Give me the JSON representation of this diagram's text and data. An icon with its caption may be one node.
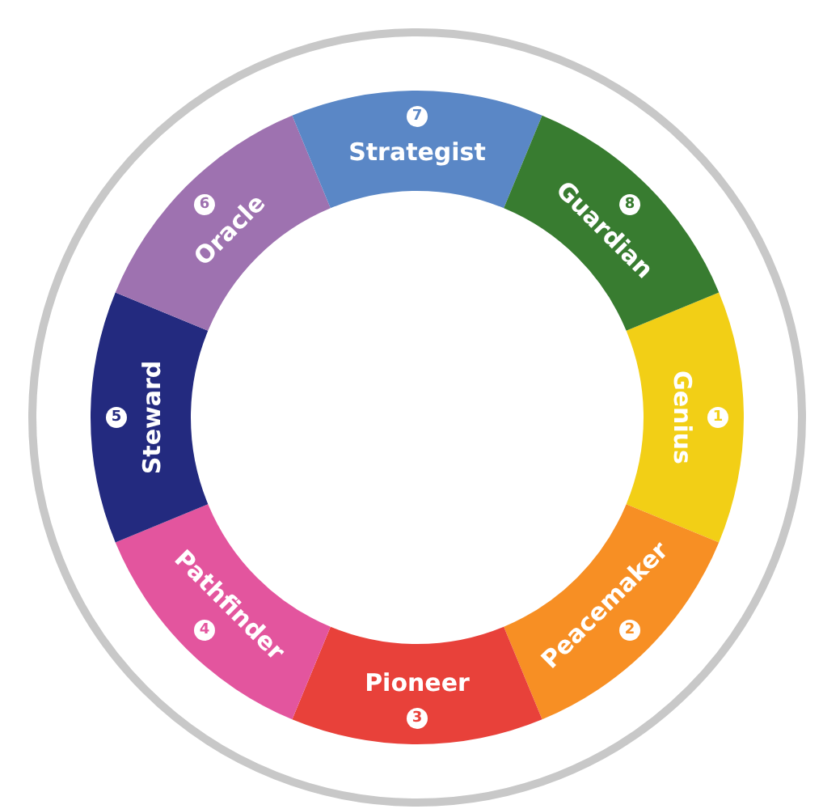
{
  "diagram": {
    "nodes": [
      {
        "text": [
          "1",
          "Genius"
        ]
      },
      {
        "text": [
          "Peacemaker",
          "2"
        ]
      },
      {
        "text": [
          "Pioneer",
          "3"
        ]
      },
      {
        "text": [
          "Pathfinder",
          "4"
        ]
      },
      {
        "text": [
          "5",
          "Steward"
        ]
      },
      {
        "text": [
          "6",
          "Oracle"
        ]
      },
      {
        "text": [
          "7",
          "Strategist"
        ]
      },
      {
        "text": [
          "8",
          "Guardian"
        ]
      }
    ],
    "edges": []
  }
}
